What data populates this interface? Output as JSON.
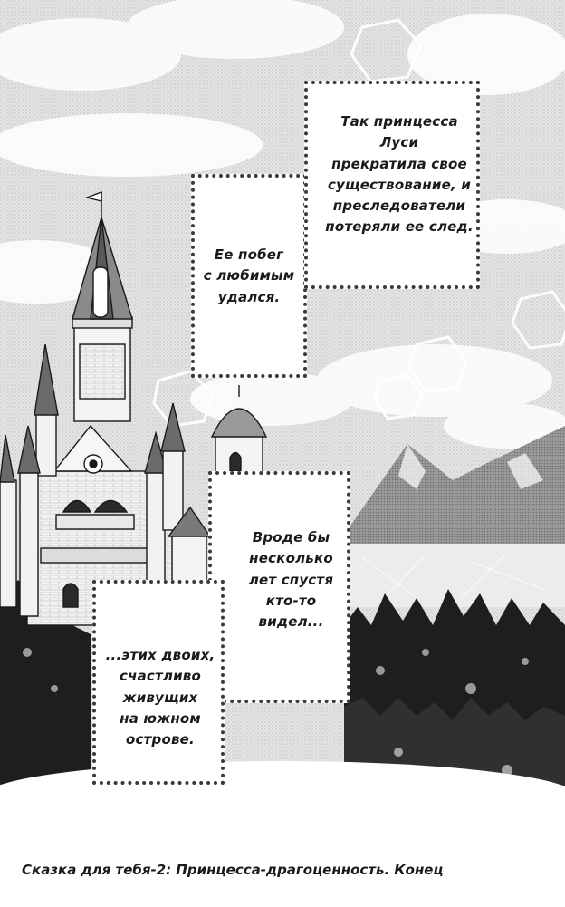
{
  "narration": {
    "box1": "Так принцесса Луси\nпрекратила свое\nсуществование, и\nпреследователи\nпотеряли ее след.",
    "box2": "Ее побег\nс любимым\nудался.",
    "box3": "Вроде бы\nнесколько\nлет спустя\nкто-то\nвидел...",
    "box4": "...этих двоих,\nсчастливо\nживущих\nна южном\nострове."
  },
  "caption": "Сказка для тебя-2: Принцесса-драгоценность. Конец",
  "illustration": {
    "subject": "castle-with-towers-mountains-forest",
    "palette": {
      "sky": "#d9d9d9",
      "ink": "#1a1a1a",
      "paper": "#ffffff"
    }
  }
}
